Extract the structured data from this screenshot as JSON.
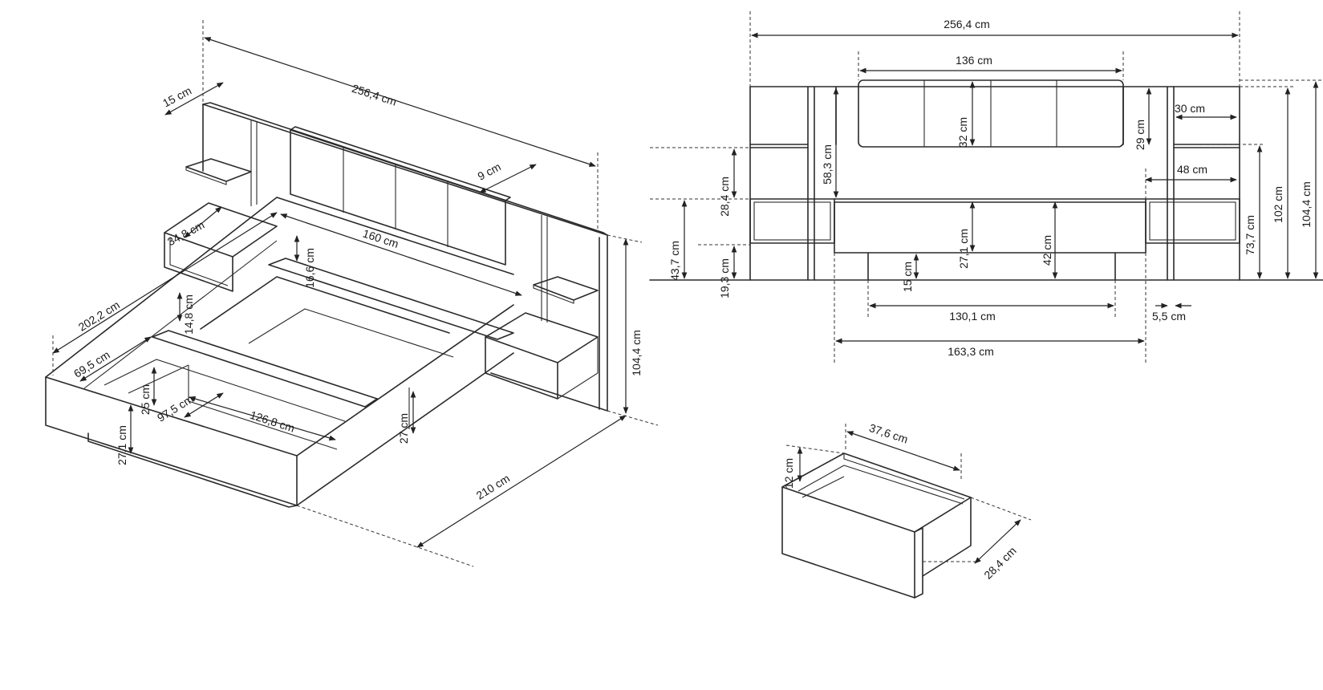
{
  "iso_view": {
    "headboard_width": "256,4 cm",
    "shelf_depth": "15 cm",
    "panel_thickness": "9 cm",
    "nightstand_depth": "34,8 cm",
    "panel_height": "16,6 cm",
    "mattress_width": "160 cm",
    "total_length": "202,2 cm",
    "nightstand_height": "14,8 cm",
    "drawer_depth": "69,5 cm",
    "drawer_height": "25 cm",
    "drawer_width": "97,5 cm",
    "frame_length": "126,8 cm",
    "base_height": "27,1 cm",
    "side_height": "27 cm",
    "total_depth": "210 cm",
    "total_height": "104,4 cm"
  },
  "front_view": {
    "total_width": "256,4 cm",
    "cushion_width": "136 cm",
    "cushion_height": "32 cm",
    "upper_height": "58,3 cm",
    "side_cushion_height": "29 cm",
    "shelf_width": "30 cm",
    "shelf_height": "28,4 cm",
    "nightstand_width": "48 cm",
    "bed_height": "43,7 cm",
    "panel_height": "27,1 cm",
    "mid_height": "42 cm",
    "leg_height": "19,3 cm",
    "foot_height": "15 cm",
    "height_73": "73,7 cm",
    "height_102": "102 cm",
    "total_height": "104,4 cm",
    "inner_width": "130,1 cm",
    "outer_width": "163,3 cm",
    "gap": "5,5 cm"
  },
  "drawer_view": {
    "width": "37,6 cm",
    "height": "12 cm",
    "depth": "28,4 cm"
  }
}
